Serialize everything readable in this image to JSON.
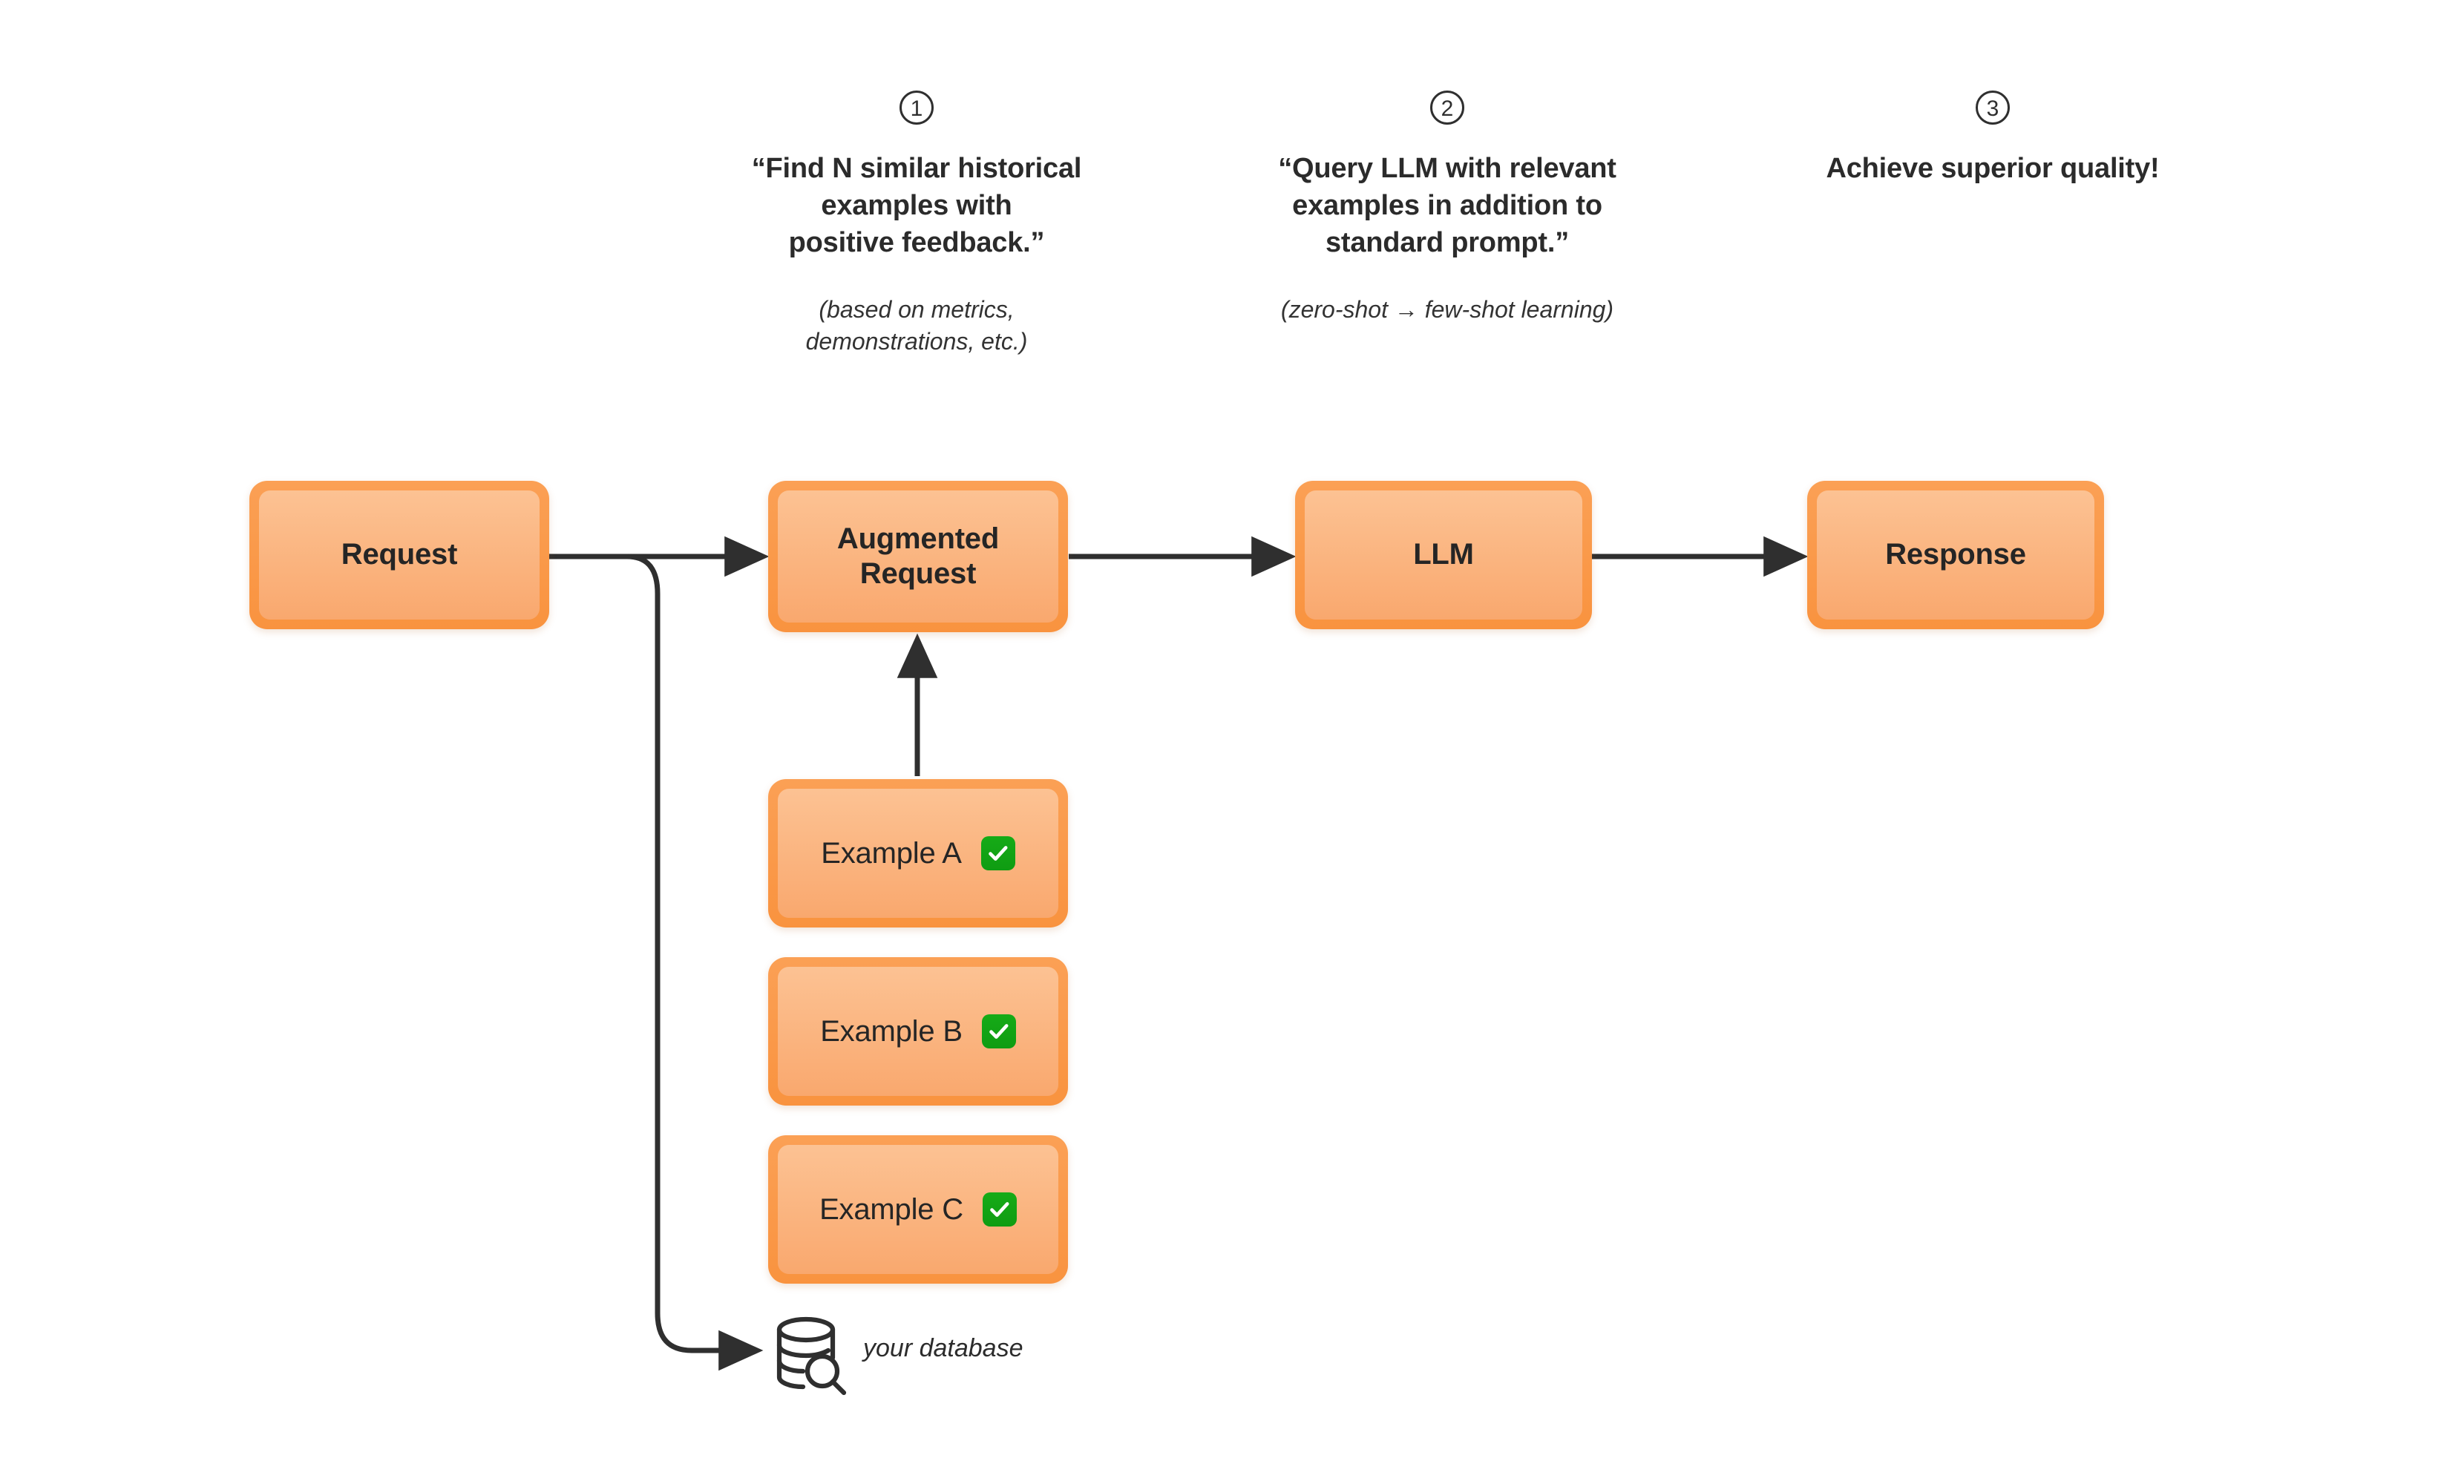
{
  "diagram": {
    "title_colors": {
      "box_border": "#f9933f",
      "box_fill_top": "#fcc293",
      "box_fill_bottom": "#f9a86e",
      "check_green": "#0f9c12",
      "line_color": "#2f2f2f",
      "text_color": "#252525",
      "background": "#ffffff"
    },
    "steps": [
      {
        "badge": "1",
        "headline": "“Find N similar historical\nexamples with\npositive feedback.”",
        "sub": "(based on metrics,\ndemonstrations, etc.)"
      },
      {
        "badge": "2",
        "headline": "“Query LLM with relevant\nexamples in addition to\nstandard prompt.”",
        "sub": "(zero-shot → few-shot learning)"
      },
      {
        "badge": "3",
        "headline": "Achieve superior quality!",
        "sub": ""
      }
    ],
    "nodes": {
      "request": "Request",
      "augmented_request": "Augmented\nRequest",
      "llm": "LLM",
      "response": "Response"
    },
    "examples": [
      {
        "label": "Example A",
        "status_icon": "check-mark-green"
      },
      {
        "label": "Example B",
        "status_icon": "check-mark-green"
      },
      {
        "label": "Example C",
        "status_icon": "check-mark-green"
      }
    ],
    "database": {
      "caption": "your database",
      "icon": "database-search-icon"
    }
  }
}
